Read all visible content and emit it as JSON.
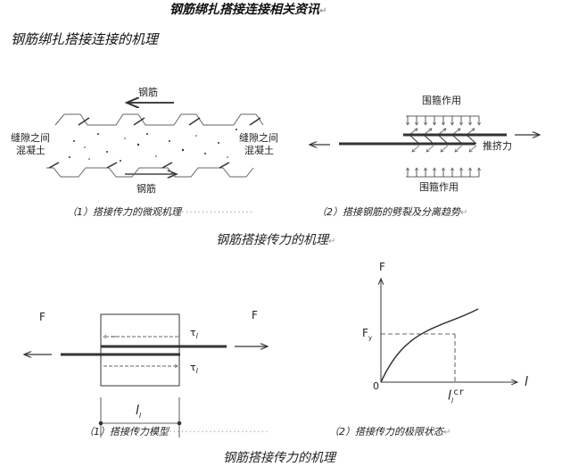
{
  "document": {
    "title": "钢筋绑扎搭接连接相关资讯",
    "subtitle": "钢筋绑扎搭接连接的机理",
    "paragraph_mark": "↵"
  },
  "figure1": {
    "micro": {
      "rebar_top": "钢筋",
      "rebar_bottom": "钢筋",
      "gap_concrete_left": [
        "缝隙之间",
        "混凝土"
      ],
      "gap_concrete_right": [
        "缝隙之间",
        "混凝土"
      ]
    },
    "splitting": {
      "confinement_top": "围箍作用",
      "confinement_bottom": "围箍作用",
      "push_force": "推挤力"
    },
    "caption_left": "（1）搭接传力的微观机理",
    "caption_right": "（2）搭接钢筋的劈裂及分离趋势",
    "caption_main": "钢筋搭接传力的机理"
  },
  "figure2": {
    "model": {
      "force_left": "F",
      "force_right": "F",
      "tau_top": "τ",
      "tau_bottom": "τ",
      "tau_sub": "l",
      "length": "l",
      "length_sub": "l"
    },
    "limit": {
      "y_axis": "F",
      "x_axis": "l",
      "origin": "0",
      "fy": "F",
      "fy_sub": "y",
      "lcr": "l",
      "lcr_sub": "l",
      "lcr_sup": "cr"
    },
    "caption_left": "（1）搭接传力模型",
    "caption_right": "（2）搭接传力的极限状态",
    "caption_main": "钢筋搭接传力的机理"
  }
}
